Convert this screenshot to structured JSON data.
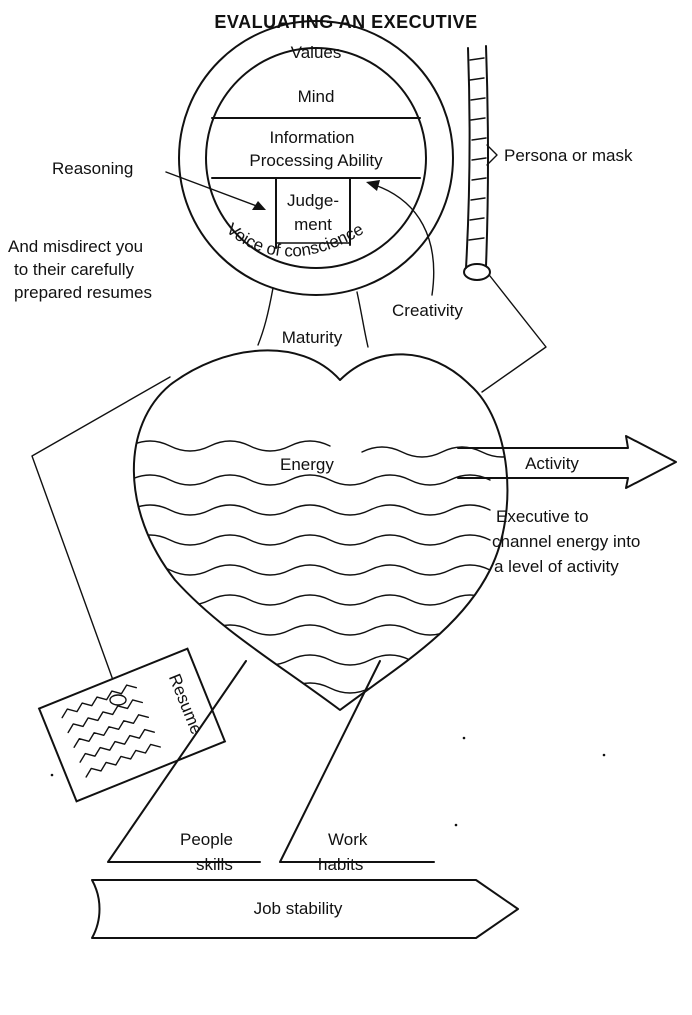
{
  "title": "EVALUATING AN EXECUTIVE",
  "head": {
    "values": "Values",
    "mind": "Mind",
    "info_line1": "Information",
    "info_line2": "Processing Ability",
    "judgement_line1": "Judge-",
    "judgement_line2": "ment",
    "voice_of_conscience": "Voice of conscience"
  },
  "labels": {
    "reasoning": "Reasoning",
    "persona": "Persona or mask",
    "misdirect_line1": "And misdirect you",
    "misdirect_line2": "to their carefully",
    "misdirect_line3": "prepared resumes",
    "creativity": "Creativity",
    "maturity": "Maturity",
    "energy": "Energy",
    "activity": "Activity",
    "exec_line1": "Executive to",
    "exec_line2": "channel energy into",
    "exec_line3": "a level of activity",
    "resume": "Resume",
    "people_line1": "People",
    "people_line2": "skills",
    "work_line1": "Work",
    "work_line2": "habits",
    "job_stability": "Job stability"
  }
}
